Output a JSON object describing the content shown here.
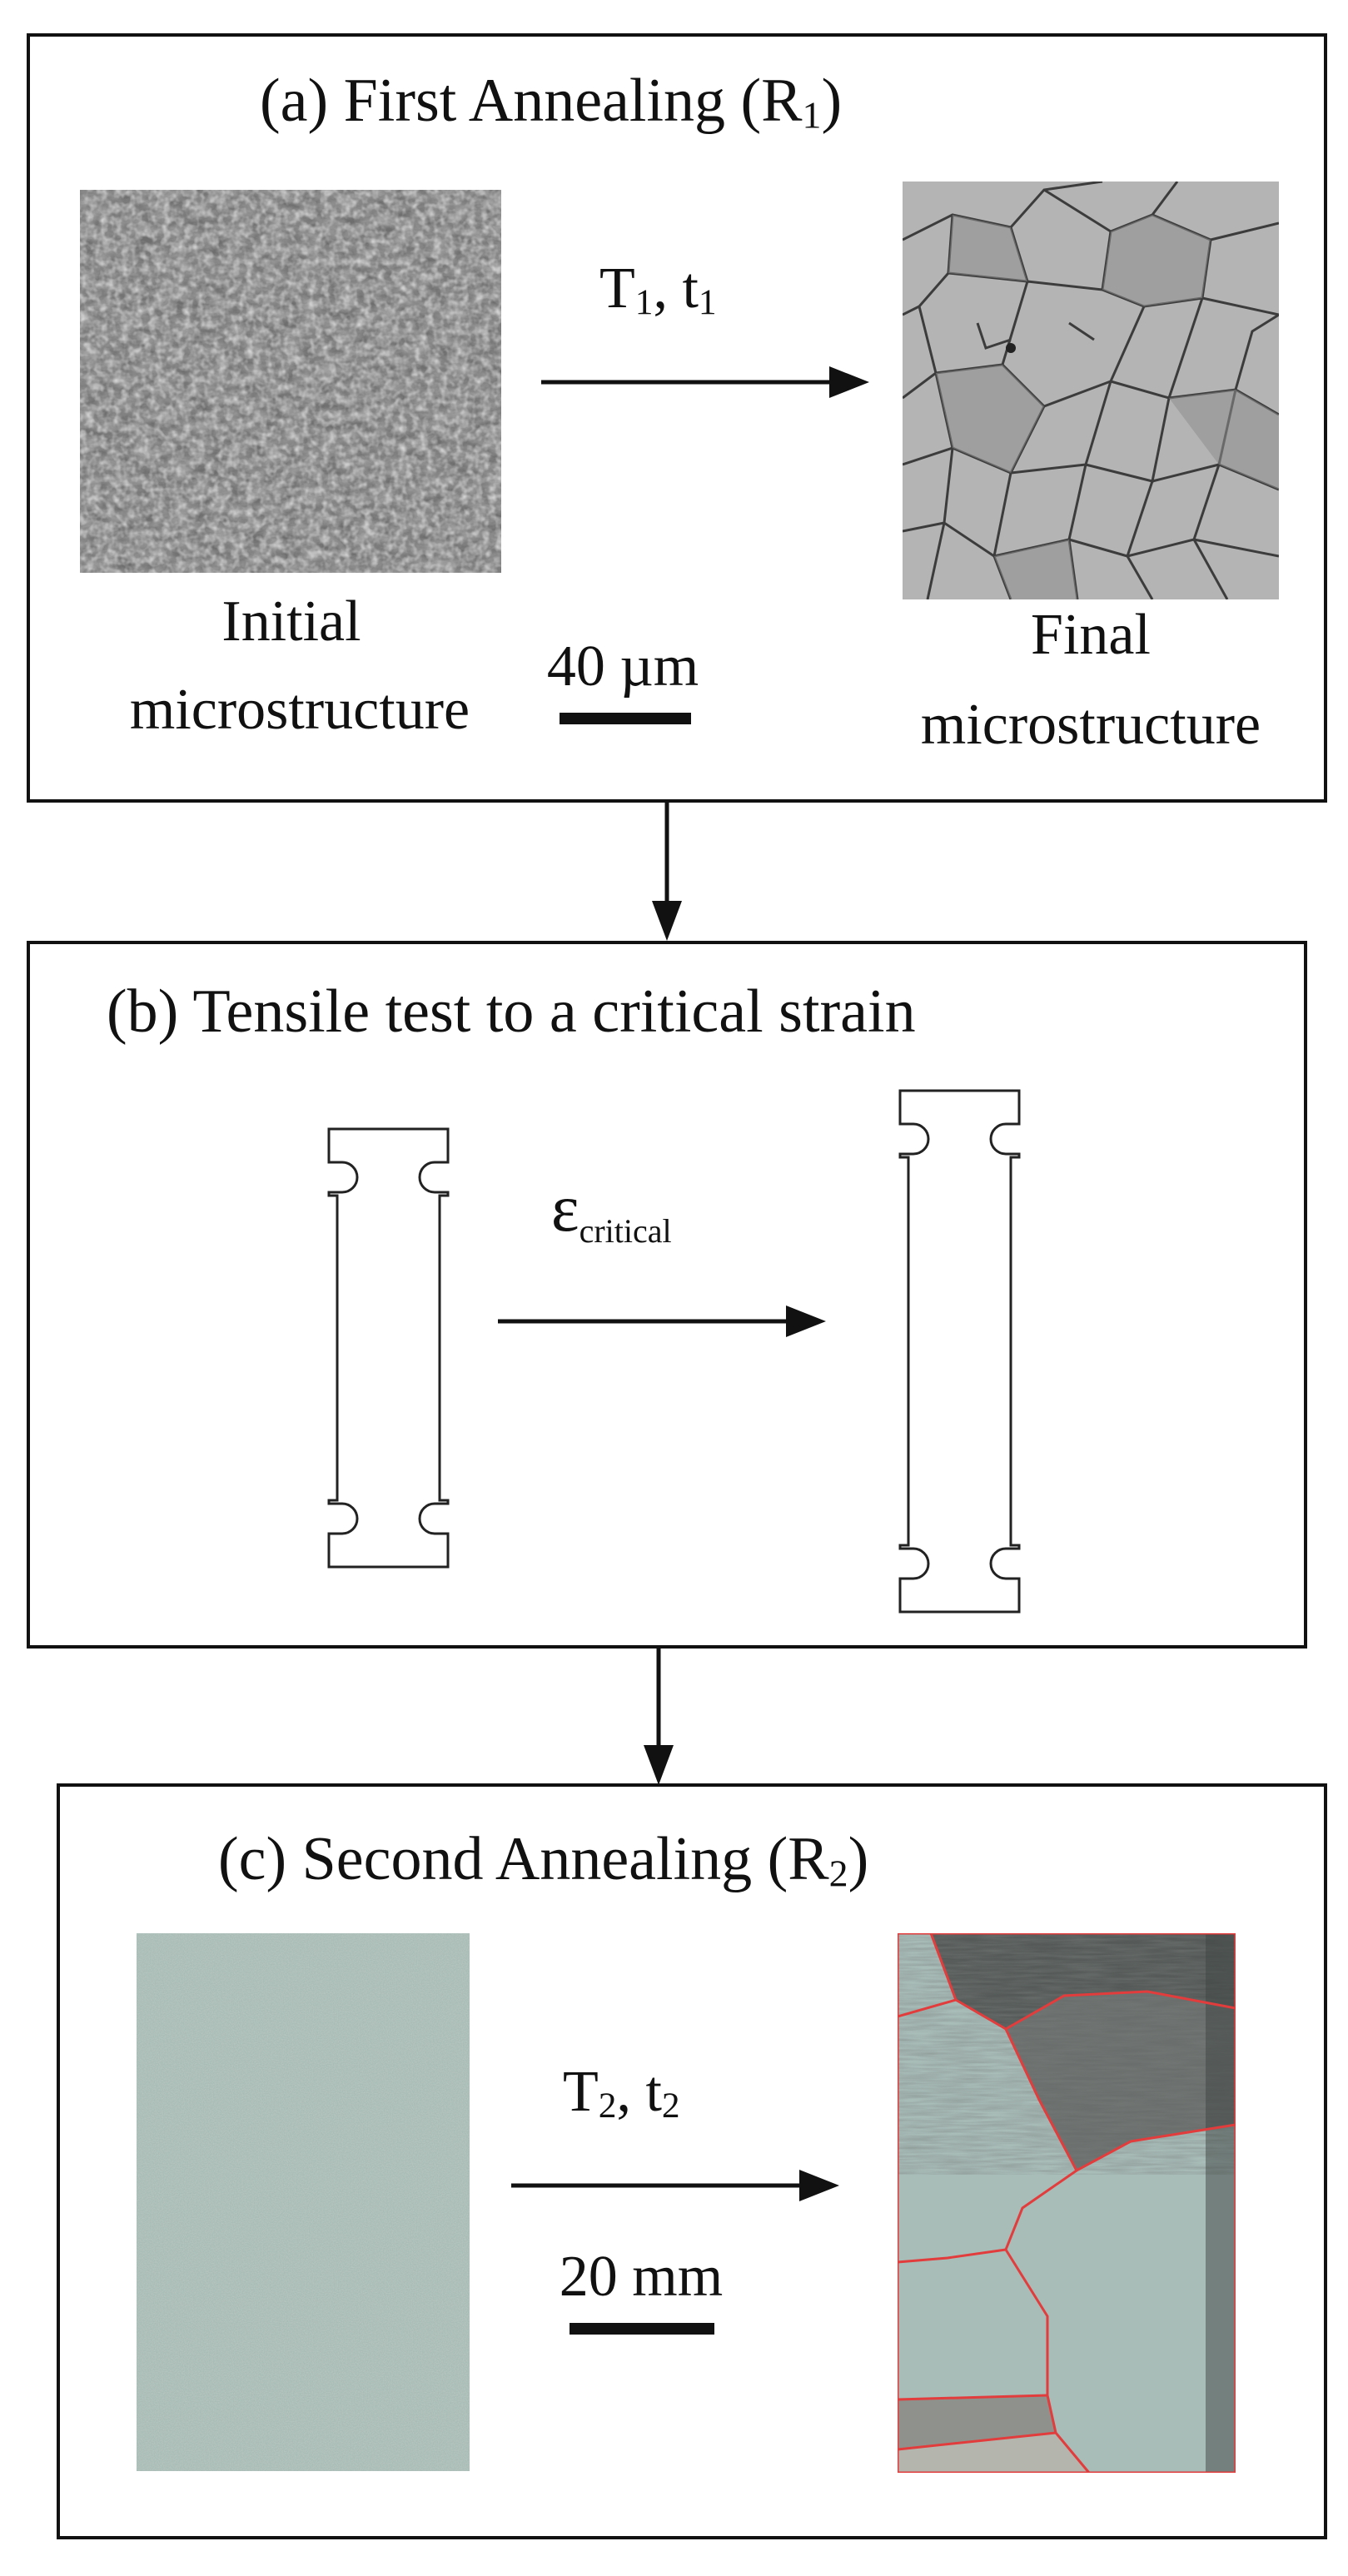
{
  "panel_a": {
    "title": "(a) First Annealing (R",
    "title_sub": "1",
    "title_end": ")",
    "arrow_label": "T",
    "arrow_label_sub1": "1",
    "arrow_label_mid": ", t",
    "arrow_label_sub2": "1",
    "initial_line1": "Initial",
    "initial_line2": "microstructure",
    "final_line1": "Final",
    "final_line2": "microstructure",
    "scale": "40 µm"
  },
  "panel_b": {
    "title": "(b) Tensile test to a critical strain",
    "strain_symbol": "ε",
    "strain_sub": "critical"
  },
  "panel_c": {
    "title": "(c) Second Annealing (R",
    "title_sub": "2",
    "title_end": ")",
    "arrow_label": "T",
    "arrow_label_sub1": "2",
    "arrow_label_mid": ", t",
    "arrow_label_sub2": "2",
    "scale": "20 mm"
  },
  "colors": {
    "line": "#111111",
    "grain_boundary": "#e23c3c",
    "steel_sheet": "#a9bbb5",
    "micro_dark": "#5a5a5a",
    "micro_light": "#c8c8c8"
  }
}
